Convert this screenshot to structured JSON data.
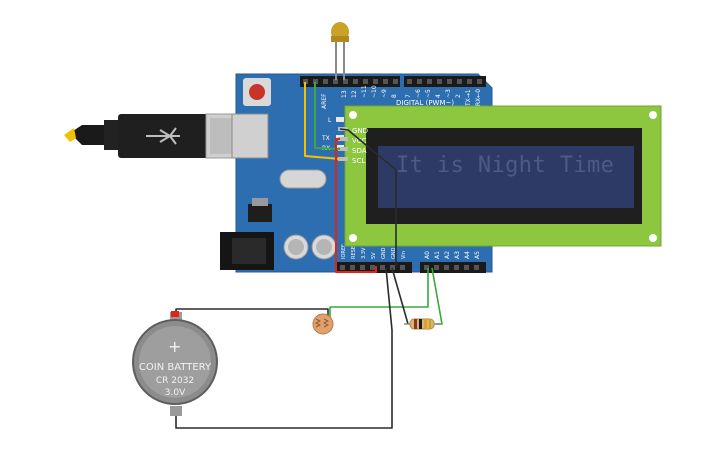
{
  "lcd": {
    "text": "It is Night Time",
    "pins": {
      "gnd": "GND",
      "vcc": "VCC",
      "sda": "SDA",
      "scl": "SCL"
    },
    "colors": {
      "board": "#8dc63f",
      "screen": "#2e3a66",
      "text": "#4f5a82"
    }
  },
  "arduino": {
    "top_pins": [
      "AREF",
      "13",
      "12",
      "~11",
      "~10",
      "~9",
      "8",
      "7",
      "~6",
      "~5",
      "4",
      "~3",
      "2",
      "TX→1",
      "RX←0"
    ],
    "digital_label": "DIGITAL (PWM~)",
    "leds": {
      "l": "L",
      "tx": "TX",
      "rx": "RX"
    },
    "power_pins": [
      "IOREF",
      "RESET",
      "3.3V",
      "5V",
      "GND",
      "GND",
      "Vin"
    ],
    "analog_pins": [
      "A0",
      "A1",
      "A2",
      "A3",
      "A4",
      "A5"
    ],
    "colors": {
      "board": "#2d6eb0"
    }
  },
  "battery": {
    "line1": "COIN BATTERY",
    "line2": "CR 2032",
    "line3": "3.0V",
    "plus": "+"
  },
  "wire_colors": {
    "black": "#2b2b2b",
    "red": "#e2231a",
    "green": "#3aa83a",
    "yellow": "#f2c200"
  }
}
